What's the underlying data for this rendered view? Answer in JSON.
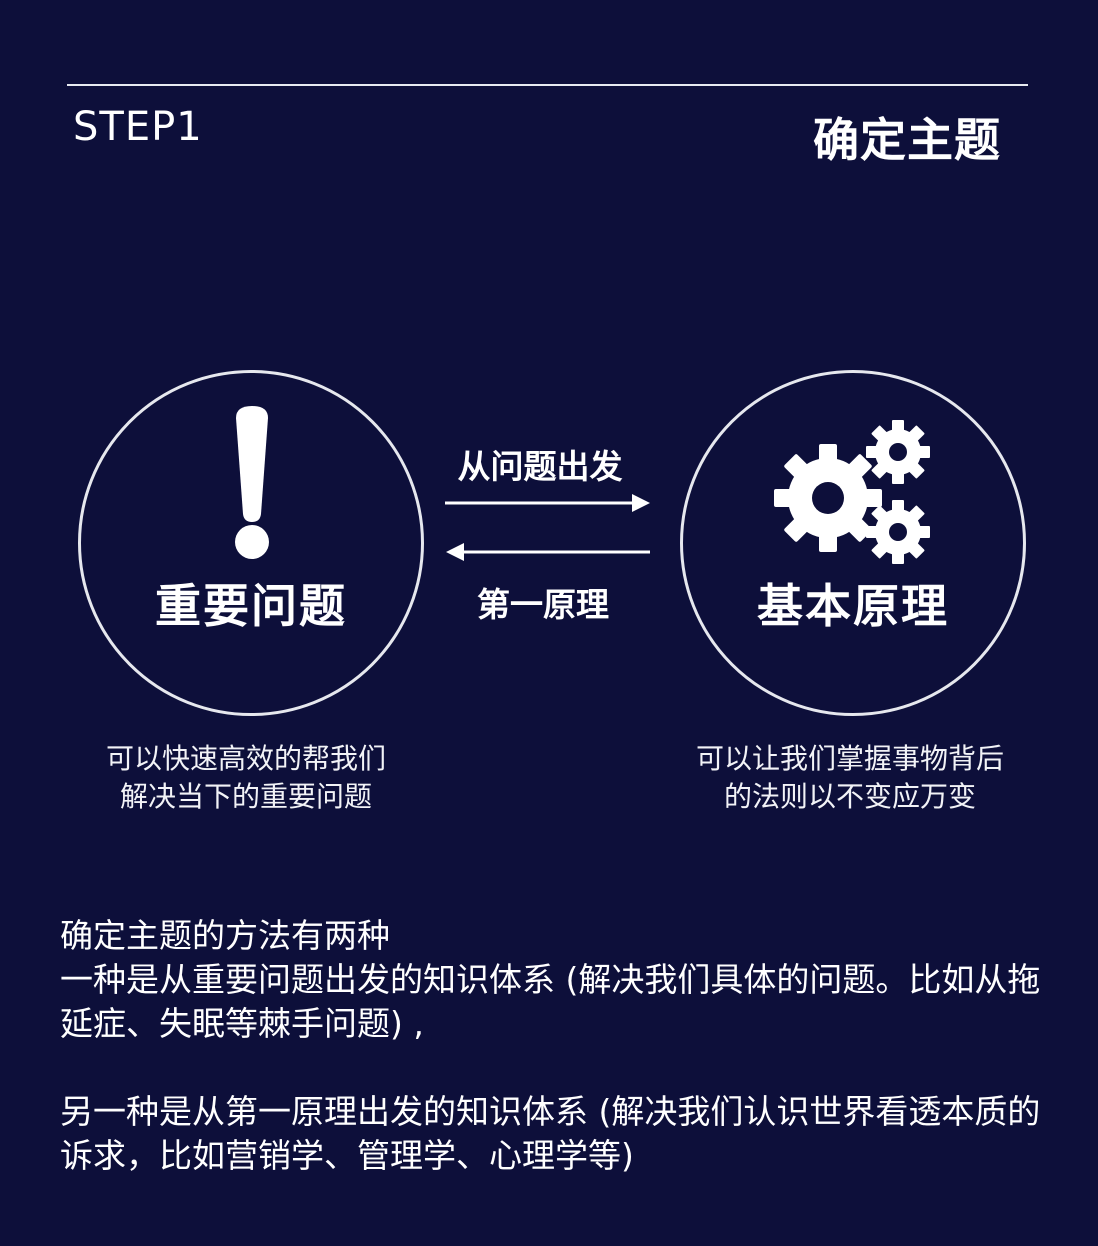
{
  "header": {
    "step": "STEP1",
    "title": "确定主题"
  },
  "diagram": {
    "left": {
      "label": "重要问题",
      "icon": "exclamation-icon",
      "caption_line1": "可以快速高效的帮我们",
      "caption_line2": "解决当下的重要问题"
    },
    "right": {
      "label": "基本原理",
      "icon": "gears-icon",
      "caption_line1": "可以让我们掌握事物背后",
      "caption_line2": "的法则以不变应万变"
    },
    "arrow_forward_label": "从问题出发",
    "arrow_back_label": "第一原理"
  },
  "body": {
    "line1": "确定主题的方法有两种",
    "para1": "一种是从重要问题出发的知识体系 (解决我们具体的问题。比如从拖延症、失眠等棘手问题) ,",
    "para2": "另一种是从第一原理出发的知识体系 (解决我们认识世界看透本质的诉求，比如营销学、管理学、心理学等)"
  },
  "colors": {
    "background": "#0d0f3a",
    "foreground": "#ffffff"
  }
}
